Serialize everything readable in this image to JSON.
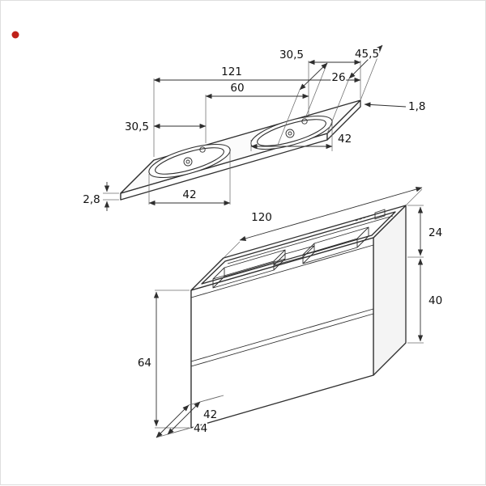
{
  "canvas": {
    "background": "#ffffff",
    "line_color": "#2f2f2f",
    "accent_dot_color": "#bf2219"
  },
  "drawing": {
    "countertop": {
      "dims": {
        "offset_right": "30,5",
        "depth_total": "45,5",
        "length_total": "121",
        "basin_depth": "26",
        "basin_centers": "60",
        "thickness_right": "1,8",
        "offset_left": "30,5",
        "basin_width_right": "42",
        "basin_width_left": "42",
        "thickness_left": "2,8"
      }
    },
    "cabinet": {
      "dims": {
        "width": "120",
        "top_height": "24",
        "drawer_front_height": "40",
        "total_height": "64",
        "depth_inner": "42",
        "depth_total": "44"
      }
    }
  }
}
